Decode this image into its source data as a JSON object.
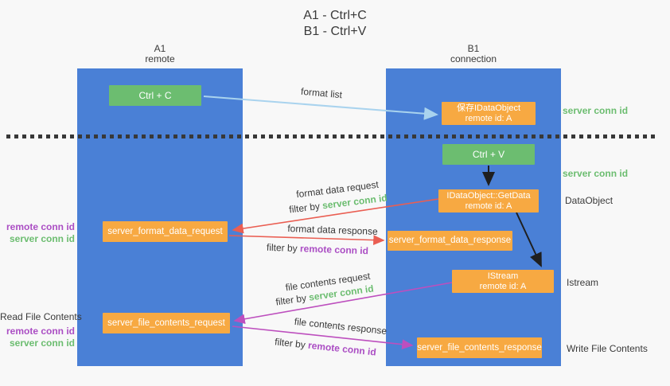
{
  "title": {
    "line1": "A1 - Ctrl+C",
    "line2": "B1 - Ctrl+V"
  },
  "columns": {
    "left": {
      "name": "A1",
      "role": "remote"
    },
    "right": {
      "name": "B1",
      "role": "connection"
    }
  },
  "nodes": {
    "ctrl_c": "Ctrl + C",
    "save_dataobject": {
      "line1": "保存IDataObject",
      "line2": "remote id: A"
    },
    "ctrl_v": "Ctrl + V",
    "getdata": {
      "line1": "IDataObject::GetData",
      "line2": "remote id: A"
    },
    "format_request": "server_format_data_request",
    "format_response": "server_format_data_response",
    "istream": {
      "line1": "IStream",
      "line2": "remote id: A"
    },
    "file_request": "server_file_contents_request",
    "file_response": "server_file_contents_response"
  },
  "flow_labels": {
    "format_list": "format list",
    "format_data_request": "format data request",
    "format_data_response": "format data response",
    "file_contents_request": "file contents request",
    "file_contents_response": "file contents response",
    "filter_by": "filter by",
    "server_conn_id": "server conn id",
    "remote_conn_id": "remote conn id"
  },
  "side_labels": {
    "server_conn_id_top": "server conn id",
    "server_conn_id_mid": "server conn id",
    "dataobject": "DataObject",
    "istream": "Istream",
    "write_file_contents": "Write File Contents",
    "read_file_contents": "Read File Contents",
    "remote_conn_id": "remote conn id",
    "server_conn_id": "server conn id"
  },
  "colors": {
    "lifeline_blue": "#4a80d6",
    "action_green": "#6cbd70",
    "message_orange": "#f7a942",
    "arrow_red": "#ea5e52",
    "arrow_magenta": "#bd4fbe",
    "arrow_light_blue": "#a9d3ee",
    "arrow_black": "#1f1f1f",
    "text_green": "#6cbd70",
    "text_purple": "#ab4ec4",
    "text_dark": "#3c3c3c",
    "background": "#f8f8f8"
  }
}
